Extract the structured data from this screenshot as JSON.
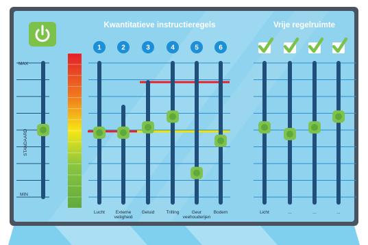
{
  "titles": {
    "quantitative": "Kwantitatieve instructieregels",
    "free": "Vrije regelruimte"
  },
  "scale": {
    "max": "MAX",
    "standard": "STANDAARD",
    "min": "MIN"
  },
  "rules": [
    {
      "number": "1",
      "label": "Lucht",
      "label2": "",
      "level": 0.48
    },
    {
      "number": "2",
      "label": "Externe",
      "label2": "veiligheid",
      "level": 0.48
    },
    {
      "number": "3",
      "label": "Geluid",
      "label2": "",
      "level": 0.52
    },
    {
      "number": "4",
      "label": "Trilling",
      "label2": "",
      "level": 0.6
    },
    {
      "number": "5",
      "label": "Geur",
      "label2": "veehouderijen",
      "level": 0.18
    },
    {
      "number": "6",
      "label": "Bodem",
      "label2": "",
      "level": 0.42
    }
  ],
  "free_sliders": [
    {
      "label": "Licht",
      "level": 0.52,
      "checked": true
    },
    {
      "label": "...",
      "level": 0.47,
      "checked": true
    },
    {
      "label": "...",
      "level": 0.52,
      "checked": true
    },
    {
      "label": "...",
      "level": 0.6,
      "checked": true
    }
  ],
  "standard_level": 0.5,
  "colors": {
    "panel": "#8fd3ee",
    "panel_border": "#4a5460",
    "track": "#1f4f7a",
    "knob": "#7fc24f",
    "knob_inner": "#5fa93a",
    "power_button": "#7cc24a",
    "red_line": "#e8202a",
    "yellow_line": "#f4e300",
    "number_circle": "#1c8fd6",
    "check": "#7cc24a"
  },
  "icons": {
    "power": "power-icon",
    "check": "checkbox-check-icon"
  }
}
